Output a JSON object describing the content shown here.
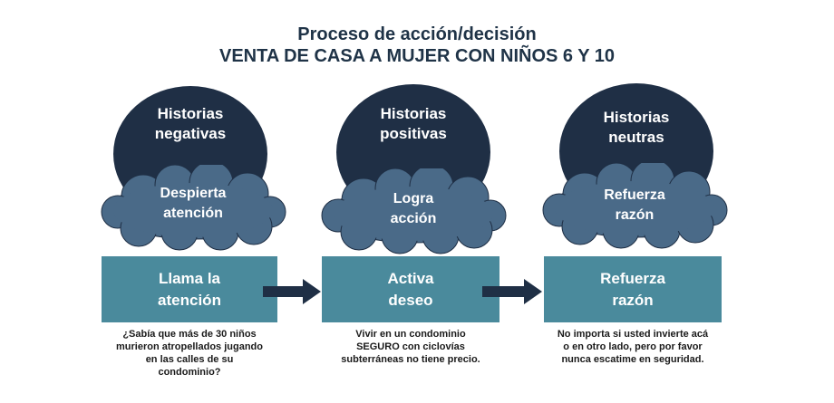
{
  "title": {
    "line1": "Proceso de acción/decisión",
    "line2": "VENTA DE CASA A MUJER CON NIÑOS 6 Y 10"
  },
  "columns": [
    {
      "story": "Historias\nnegativas",
      "cloud": "Despierta\natención",
      "box": "Llama la\natención",
      "caption": "¿Sabía que más de 30 niños\nmurieron atropellados jugando\nen las calles de su\ncondominio?"
    },
    {
      "story": "Historias\npositivas",
      "cloud": "Logra\nacción",
      "box": "Activa\ndeseo",
      "caption": "Vivir en un condominio\nSEGURO con ciclovías\nsubterráneas no tiene precio."
    },
    {
      "story": "Historias\nneutras",
      "cloud": "Refuerza\nrazón",
      "box": "Refuerza\nrazón",
      "caption": "No importa si usted invierte acá\no en otro lado, pero por favor\nnunca escatime en seguridad."
    }
  ],
  "colors": {
    "oval": "#1f2f45",
    "cloud": "#4a6a88",
    "box": "#4a8a9c",
    "arrow": "#1f2f45",
    "title": "#1f3347"
  }
}
